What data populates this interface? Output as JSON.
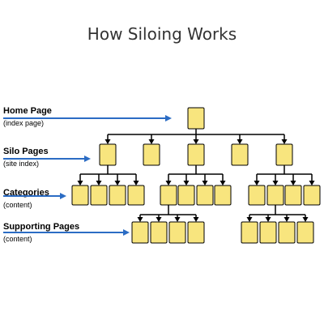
{
  "title": "How Siloing Works",
  "levels": [
    {
      "name": "Home Page",
      "note": "(index page)"
    },
    {
      "name": "Silo Pages",
      "note": "(site index)"
    },
    {
      "name": "Categories",
      "note": "(content)"
    },
    {
      "name": "Supporting Pages",
      "note": "(content)"
    }
  ],
  "colors": {
    "box_fill": "#f8e57e",
    "box_stroke": "#000000",
    "connector": "#000000",
    "arrow": "#2b6cc4",
    "title": "#333333"
  }
}
